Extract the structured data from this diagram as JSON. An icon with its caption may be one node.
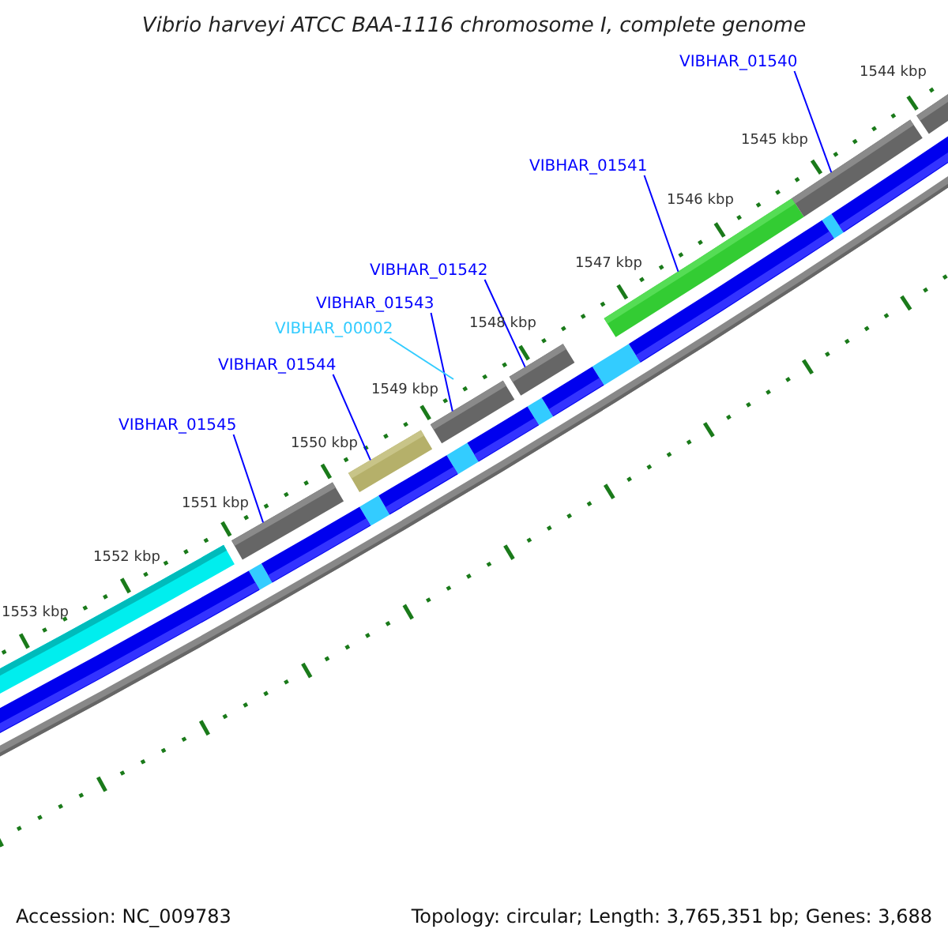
{
  "diagram": {
    "title": "Vibrio harveyi ATCC BAA-1116 chromosome I, complete genome",
    "nodes": [
      {
        "text": [
          "VIBHAR_01540"
        ]
      },
      {
        "text": [
          "VIBHAR_01541"
        ]
      },
      {
        "text": [
          "VIBHAR_01542"
        ]
      },
      {
        "text": [
          "VIBHAR_01543"
        ]
      },
      {
        "text": [
          "VIBHAR_00002"
        ]
      },
      {
        "text": [
          "VIBHAR_01544"
        ]
      },
      {
        "text": [
          "VIBHAR_01545"
        ]
      },
      {
        "text": [],
        "shape": "bar"
      },
      {
        "text": [],
        "shape": "bar"
      },
      {
        "text": [],
        "shape": "bar"
      },
      {
        "text": [],
        "shape": "bar"
      },
      {
        "text": [],
        "shape": "bar"
      },
      {
        "text": [],
        "shape": "bar"
      },
      {
        "text": [],
        "shape": "bar"
      },
      {
        "text": [],
        "shape": "bar"
      }
    ],
    "edges": [
      {
        "from": 0,
        "to": 13,
        "arrow": "none"
      },
      {
        "from": 1,
        "to": 12,
        "arrow": "none"
      },
      {
        "from": 2,
        "to": 11,
        "arrow": "none"
      },
      {
        "from": 3,
        "to": 10,
        "arrow": "none"
      },
      {
        "from": 4,
        "to": null,
        "arrow": "none",
        "color": "#33ccff"
      },
      {
        "from": 5,
        "to": 9,
        "arrow": "none"
      },
      {
        "from": 6,
        "to": 8,
        "arrow": "none"
      }
    ],
    "labels": [
      "1544 kbp",
      "1545 kbp",
      "1546 kbp",
      "1547 kbp",
      "1548 kbp",
      "1549 kbp",
      "1550 kbp",
      "1551 kbp",
      "1552 kbp",
      "1553 kbp",
      "Accession: NC_009783",
      "Topology: circular; Length: 3,765,351 bp; Genes: 3,688"
    ]
  }
}
